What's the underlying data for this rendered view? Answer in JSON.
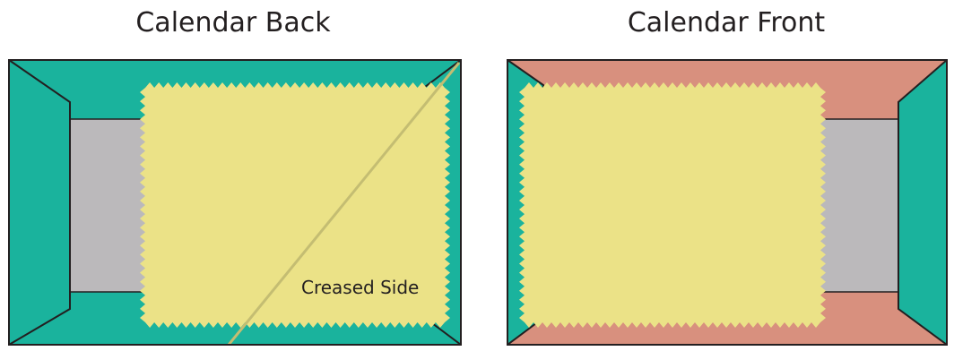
{
  "titles": {
    "back": "Calendar Back",
    "front": "Calendar Front"
  },
  "labels": {
    "creased_side": "Creased Side"
  },
  "colors": {
    "teal": "#1ab39d",
    "salmon": "#d8907e",
    "gray": "#bbb9bb",
    "yellow": "#ebe287",
    "outline": "#231f20",
    "crease": "#c4bd72"
  }
}
